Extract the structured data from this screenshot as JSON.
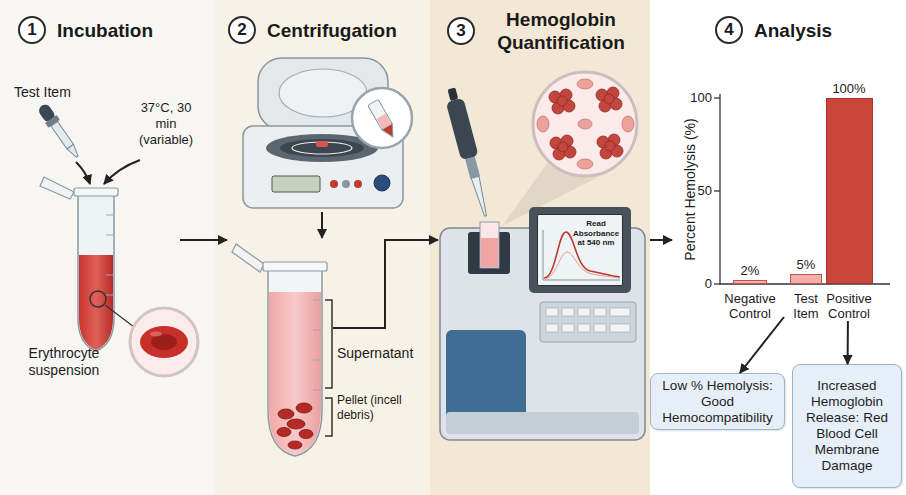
{
  "diagram": {
    "nodes": [
      {
        "text": [
          "1",
          "Incubation"
        ]
      },
      {
        "text": [
          "2",
          "Centrifugation"
        ]
      },
      {
        "text": [
          "3",
          "Hemoglobin Quantification"
        ]
      },
      {
        "text": [
          "Read Absorbance at 540 nm"
        ]
      },
      {
        "text": [
          "4",
          "Analysis"
        ]
      },
      {
        "text": [
          "2%",
          "Negative Control"
        ]
      },
      {
        "text": [
          "5%",
          "Test Item"
        ]
      },
      {
        "text": [
          "100%",
          "Positive Control"
        ]
      },
      {
        "text": [
          "Low % Hemolysis: Good Hemocompatibility"
        ]
      },
      {
        "text": [
          "Increased Hemoglobin Release: Red Blood Cell Membrane Damage"
        ]
      }
    ],
    "edges": [
      {
        "from": 6,
        "to": 8,
        "arrow": "to"
      },
      {
        "from": 7,
        "to": 9,
        "arrow": "to"
      }
    ],
    "labels": [
      "Test Item",
      "37°C, 30 min (variable)",
      "Erythrocyte suspension",
      "Supernatant",
      "Pellet (incell debris)",
      "Percent Hemolysis (%)",
      "100",
      "50",
      "0"
    ]
  }
}
